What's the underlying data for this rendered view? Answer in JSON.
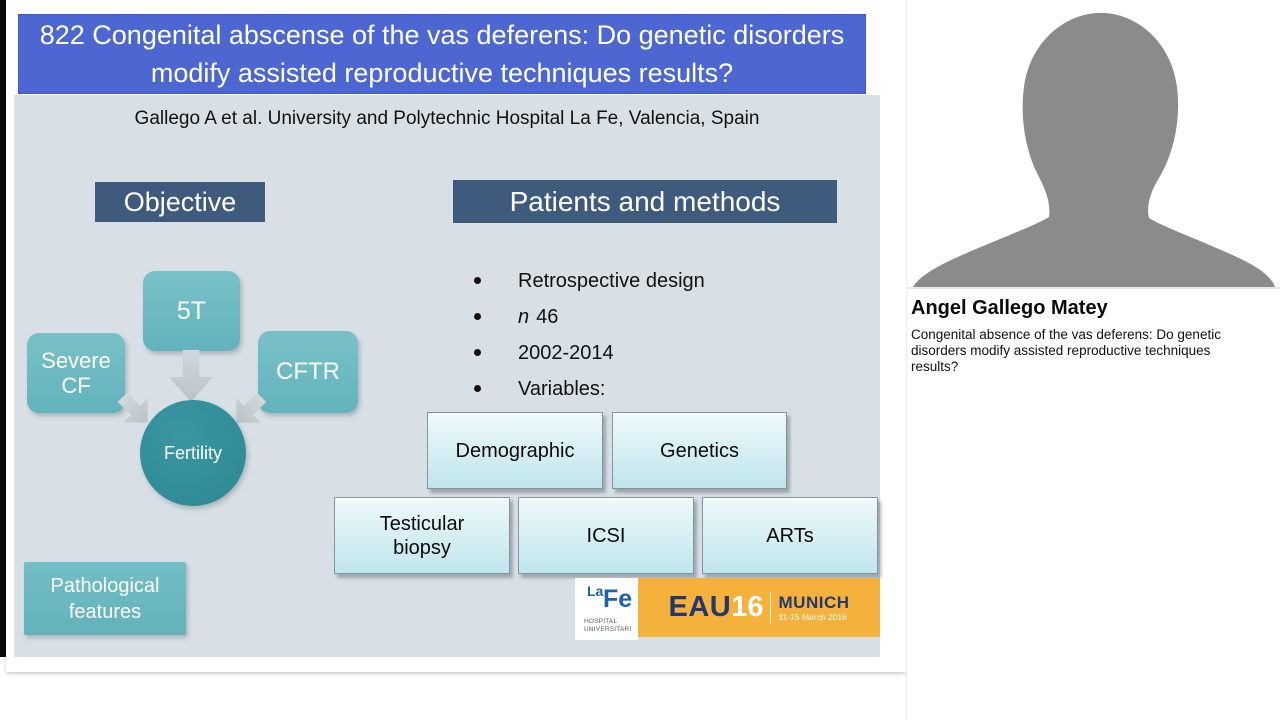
{
  "slide": {
    "title": "822 Congenital abscense of the vas deferens: Do genetic disorders modify assisted reproductive techniques results?",
    "authors": "Gallego A et al.  University and Polytechnic Hospital La Fe, Valencia, Spain",
    "objective": {
      "header": "Objective",
      "diagram": {
        "top": "5T",
        "left": "Severe CF",
        "right": "CFTR",
        "center": "Fertility"
      },
      "bottom_box": "Pathological features"
    },
    "methods": {
      "header": "Patients and methods",
      "bullet1": "Retrospective design",
      "bullet2_italic": "n",
      "bullet2_value": "46",
      "bullet3": "2002-2014",
      "bullet4": "Variables:",
      "row1": [
        "Demographic",
        "Genetics"
      ],
      "row2": [
        "Testicular biopsy",
        "ICSI",
        "ARTs"
      ]
    },
    "logos": {
      "lafe": {
        "la": "La",
        "fe": "Fe",
        "sub1": "HOSPITAL",
        "sub2": "UNIVERSITARI"
      },
      "eau": {
        "brand": "EAU",
        "year": "16",
        "city": "MUNICH",
        "dates": "11-15 March 2016"
      }
    }
  },
  "speaker": {
    "name": "Angel Gallego Matey",
    "talk_title": "Congenital absence of the vas deferens: Do genetic disorders modify assisted reproductive techniques results?"
  },
  "colors": {
    "title_bg": "#4c66d2",
    "section_header_bg": "#3e5a7c",
    "slide_content_bg": "#d8e0e6",
    "teal_box": "#68b7bf",
    "teal_circle": "#2c8791",
    "variable_box_top": "#eef9fa",
    "variable_box_bottom": "#bfe5ec",
    "arrow_gray": "#c5cdd3",
    "eau_orange": "#f4b23c",
    "eau_navy": "#24386b",
    "lafe_blue": "#1b61ad",
    "silhouette_gray": "#8b8b8b"
  }
}
